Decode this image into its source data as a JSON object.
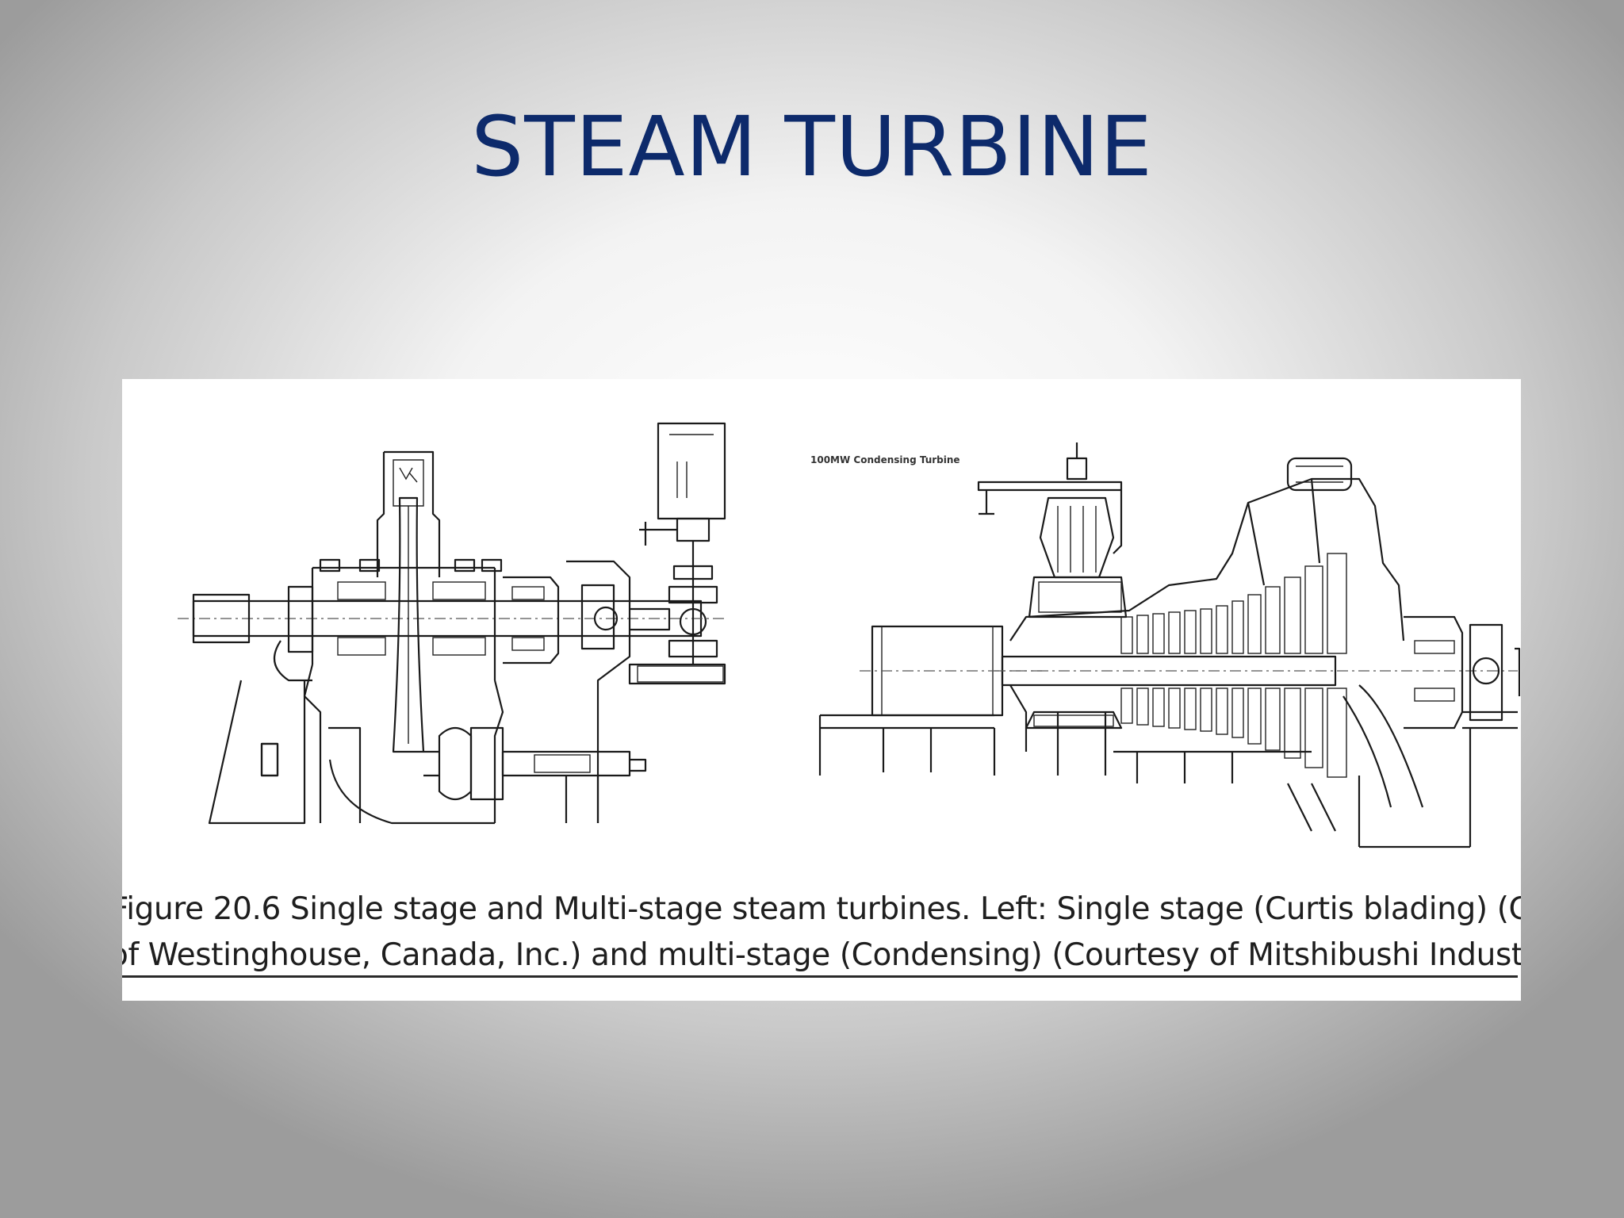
{
  "slide": {
    "title": "STEAM TURBINE"
  },
  "figure": {
    "right_drawing_label": "100MW Condensing Turbine",
    "caption_line_1": "Figure 20.6 Single stage and Multi-stage steam turbines. Left: Single stage (Curtis blading) (Courtesy",
    "caption_line_2": "of Westinghouse, Canada, Inc.) and multi-stage (Condensing) (Courtesy of Mitshibushi Industries)"
  }
}
